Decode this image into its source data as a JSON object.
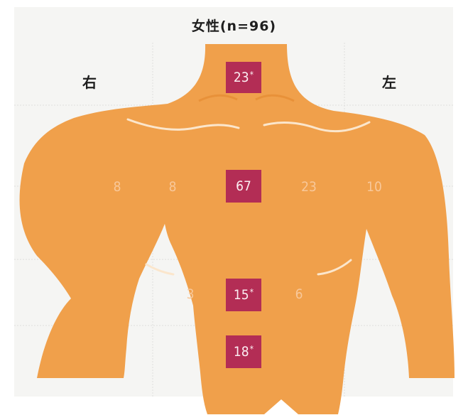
{
  "title": "女性(n=96)",
  "side_labels": {
    "right": "右",
    "left": "左"
  },
  "colors": {
    "body": "#f0a04b",
    "highlight_box": "#b32d55",
    "muted_number": "#f8c89a",
    "grid": "#dedede",
    "contour": "#fbe6cc"
  },
  "regions": {
    "neck": {
      "value": "23",
      "mark": "*"
    },
    "chest_right": {
      "value": "8"
    },
    "chest_inner_right": {
      "value": "8"
    },
    "chest_center": {
      "value": "67"
    },
    "chest_inner_left": {
      "value": "23"
    },
    "chest_left": {
      "value": "10"
    },
    "abdomen_right": {
      "value": "3"
    },
    "abdomen_center": {
      "value": "15",
      "mark": "*"
    },
    "abdomen_left": {
      "value": "6"
    },
    "lower_center": {
      "value": "18",
      "mark": "*"
    }
  }
}
